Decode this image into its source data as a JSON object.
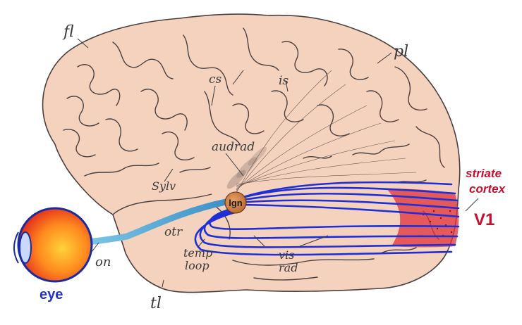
{
  "labels": {
    "fl": "fl",
    "pl": "pl",
    "cs": "cs",
    "is": "is",
    "audrad": "audrad",
    "sylv": "Sylv",
    "lgn": "lgn",
    "otr": "otr",
    "temp": "temp",
    "loop": "loop",
    "vis": "vis",
    "rad": "rad",
    "on": "on",
    "tl": "tl",
    "eye": "eye",
    "striate": "striate",
    "cortex": "cortex",
    "v1": "V1"
  },
  "colors": {
    "brain": "#f5d2be",
    "outline": "#4a4040",
    "pathway": "#1f2fd6",
    "optic_nerve": "#5cb3d8",
    "lgn": "#c9743a",
    "v1": "#e0303a",
    "v1_label": "#c8102e",
    "eye_label": "#2433c9"
  }
}
